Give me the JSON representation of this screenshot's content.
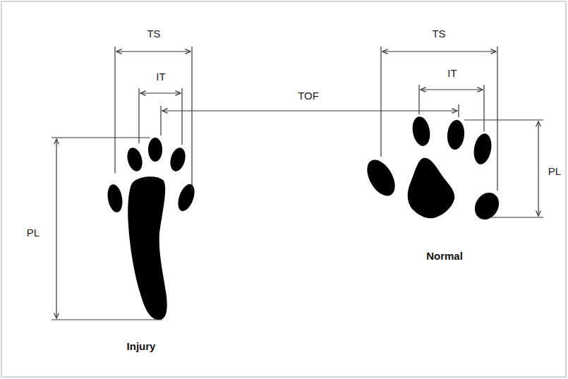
{
  "diagram": {
    "labels": [
      "TS",
      "IT",
      "TOF",
      "PL",
      "Injury",
      "TS",
      "IT",
      "PL",
      "Normal"
    ]
  }
}
